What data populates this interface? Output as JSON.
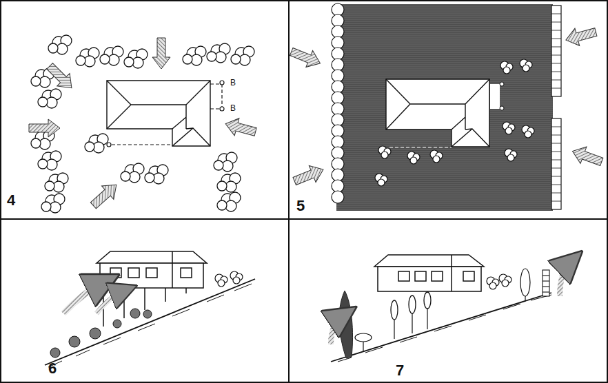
{
  "diagram": {
    "labels": [
      "4",
      "B",
      "B",
      "5",
      "6",
      "7"
    ]
  }
}
